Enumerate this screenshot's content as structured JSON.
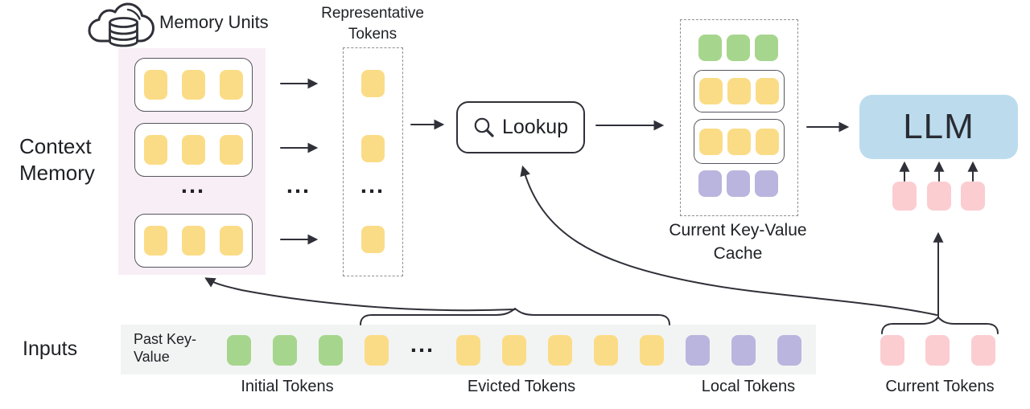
{
  "labels": {
    "memory_units": "Memory Units",
    "representative_tokens": "Representative Tokens",
    "context_memory": "Context Memory",
    "lookup": "Lookup",
    "current_kv_cache": "Current Key-Value Cache",
    "llm": "LLM",
    "inputs": "Inputs",
    "past_key_value": "Past Key-Value",
    "initial_tokens": "Initial Tokens",
    "evicted_tokens": "Evicted Tokens",
    "local_tokens": "Local Tokens",
    "current_tokens": "Current Tokens",
    "ellipsis": "..."
  },
  "colors": {
    "memory_token_yellow": "#FBDC86",
    "initial_token_green": "#A6D68D",
    "local_token_purple": "#B9B5DE",
    "current_token_pink": "#FBCDD1",
    "llm_fill_blue": "#BCDCEE",
    "context_memory_bg_pink": "#F8EEF5",
    "inputs_strip_bg_gray": "#F2F4F3",
    "line_dark": "#2F3038"
  },
  "structure": {
    "memory_unit_rows_shown": 3,
    "tokens_per_memory_unit": 3,
    "representative_tokens_shown": 3,
    "cache_rows_top_to_bottom": [
      "initial",
      "memory-unit",
      "memory-unit",
      "local"
    ],
    "input_tokens_shown": {
      "initial": 3,
      "evicted": 6,
      "local": 3,
      "current": 3
    }
  },
  "icons": {
    "cloud_database": "cloud-database-icon",
    "magnifier": "search-icon"
  }
}
